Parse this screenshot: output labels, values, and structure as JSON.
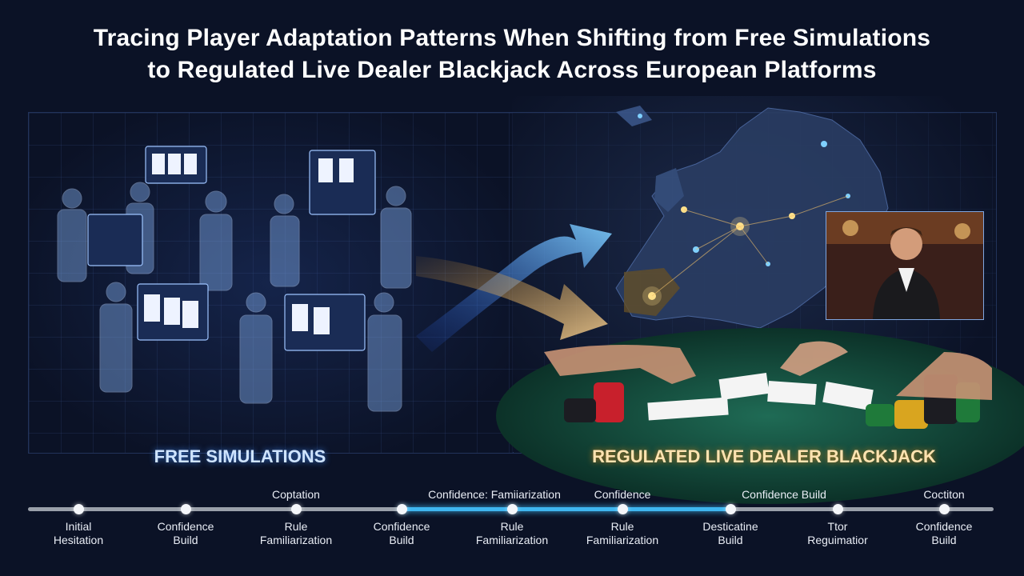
{
  "title": {
    "line1": "Tracing Player Adaptation Patterns When Shifting from Free Simulations",
    "line2": "to Regulated Live Dealer Blackjack Across European Platforms"
  },
  "sections": {
    "left_label": "FREE SIMULATIONS",
    "right_label": "REGULATED LIVE DEALER BLACKJACK"
  },
  "timeline": {
    "nodes": [
      {
        "line1": "Initial",
        "line2": "Hesitation"
      },
      {
        "line1": "Confidence",
        "line2": "Build"
      },
      {
        "line1": "Rule",
        "line2": "Familiarization"
      },
      {
        "line1": "Confidence",
        "line2": "Build"
      },
      {
        "line1": "Rule",
        "line2": "Familiarization"
      },
      {
        "line1": "Rule",
        "line2": "Familiarization"
      },
      {
        "line1": "Desticatine",
        "line2": "Build"
      },
      {
        "line1": "Ttor",
        "line2": "Reguimatior"
      },
      {
        "line1": "Confidence",
        "line2": "Build"
      }
    ],
    "above_labels": [
      "Coptation",
      "Confidence: Famiiarization",
      "Confidence",
      "Confidence Build",
      "Coctiton"
    ]
  },
  "colors": {
    "background": "#0b1226",
    "timeline_active": "#3fb6f0",
    "hologram_blue": "#6fa8ff",
    "gold_accent": "#f2c26b",
    "felt_green": "#0f4a3a",
    "chip_red": "#c8202c"
  }
}
